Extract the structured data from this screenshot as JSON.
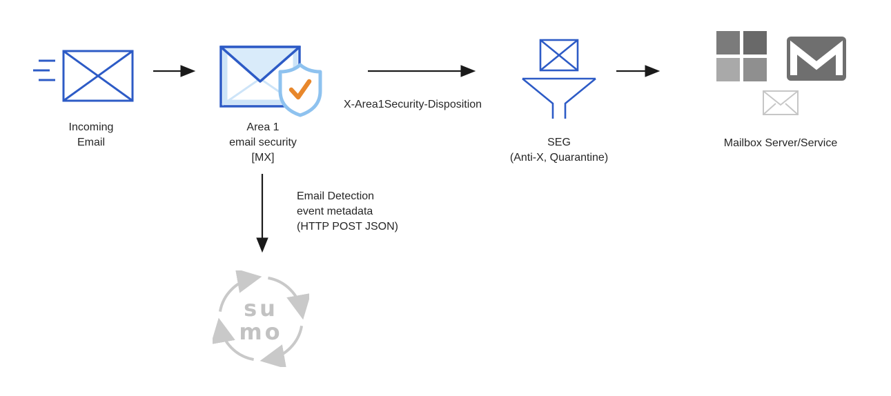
{
  "nodes": {
    "incoming_email": {
      "label_lines": [
        "Incoming",
        "Email"
      ]
    },
    "area1": {
      "label_lines": [
        "Area 1",
        "email security",
        "[MX]"
      ]
    },
    "seg": {
      "label_lines": [
        "SEG",
        "(Anti-X, Quarantine)"
      ]
    },
    "mailbox": {
      "label": "Mailbox Server/Service"
    },
    "sumo_logic": {
      "wordmark_lines": [
        "su",
        "mo"
      ]
    }
  },
  "edges": {
    "area1_to_seg_label": "X-Area1Security-Disposition",
    "area1_to_sumo_label_lines": [
      "Email Detection",
      "event metadata",
      "(HTTP POST JSON)"
    ]
  },
  "colors": {
    "envelope_blue": "#2d5bc6",
    "area1_fill_light_blue": "#d9ebfa",
    "area1_inner_band_blue": "#cde4f8",
    "shield_outline_blue": "#8ec2ef",
    "check_orange": "#e8872b",
    "arrow_black": "#1a1a1a",
    "text_dark": "#262626",
    "sumo_gray": "#c9c9c9",
    "microsoft_grays": [
      "#7b7b7b",
      "#696969",
      "#a9a9a9",
      "#8f8f8f"
    ],
    "gmail_gray": "#6f6f6f",
    "small_envelope_gray": "#c6c6c6"
  }
}
